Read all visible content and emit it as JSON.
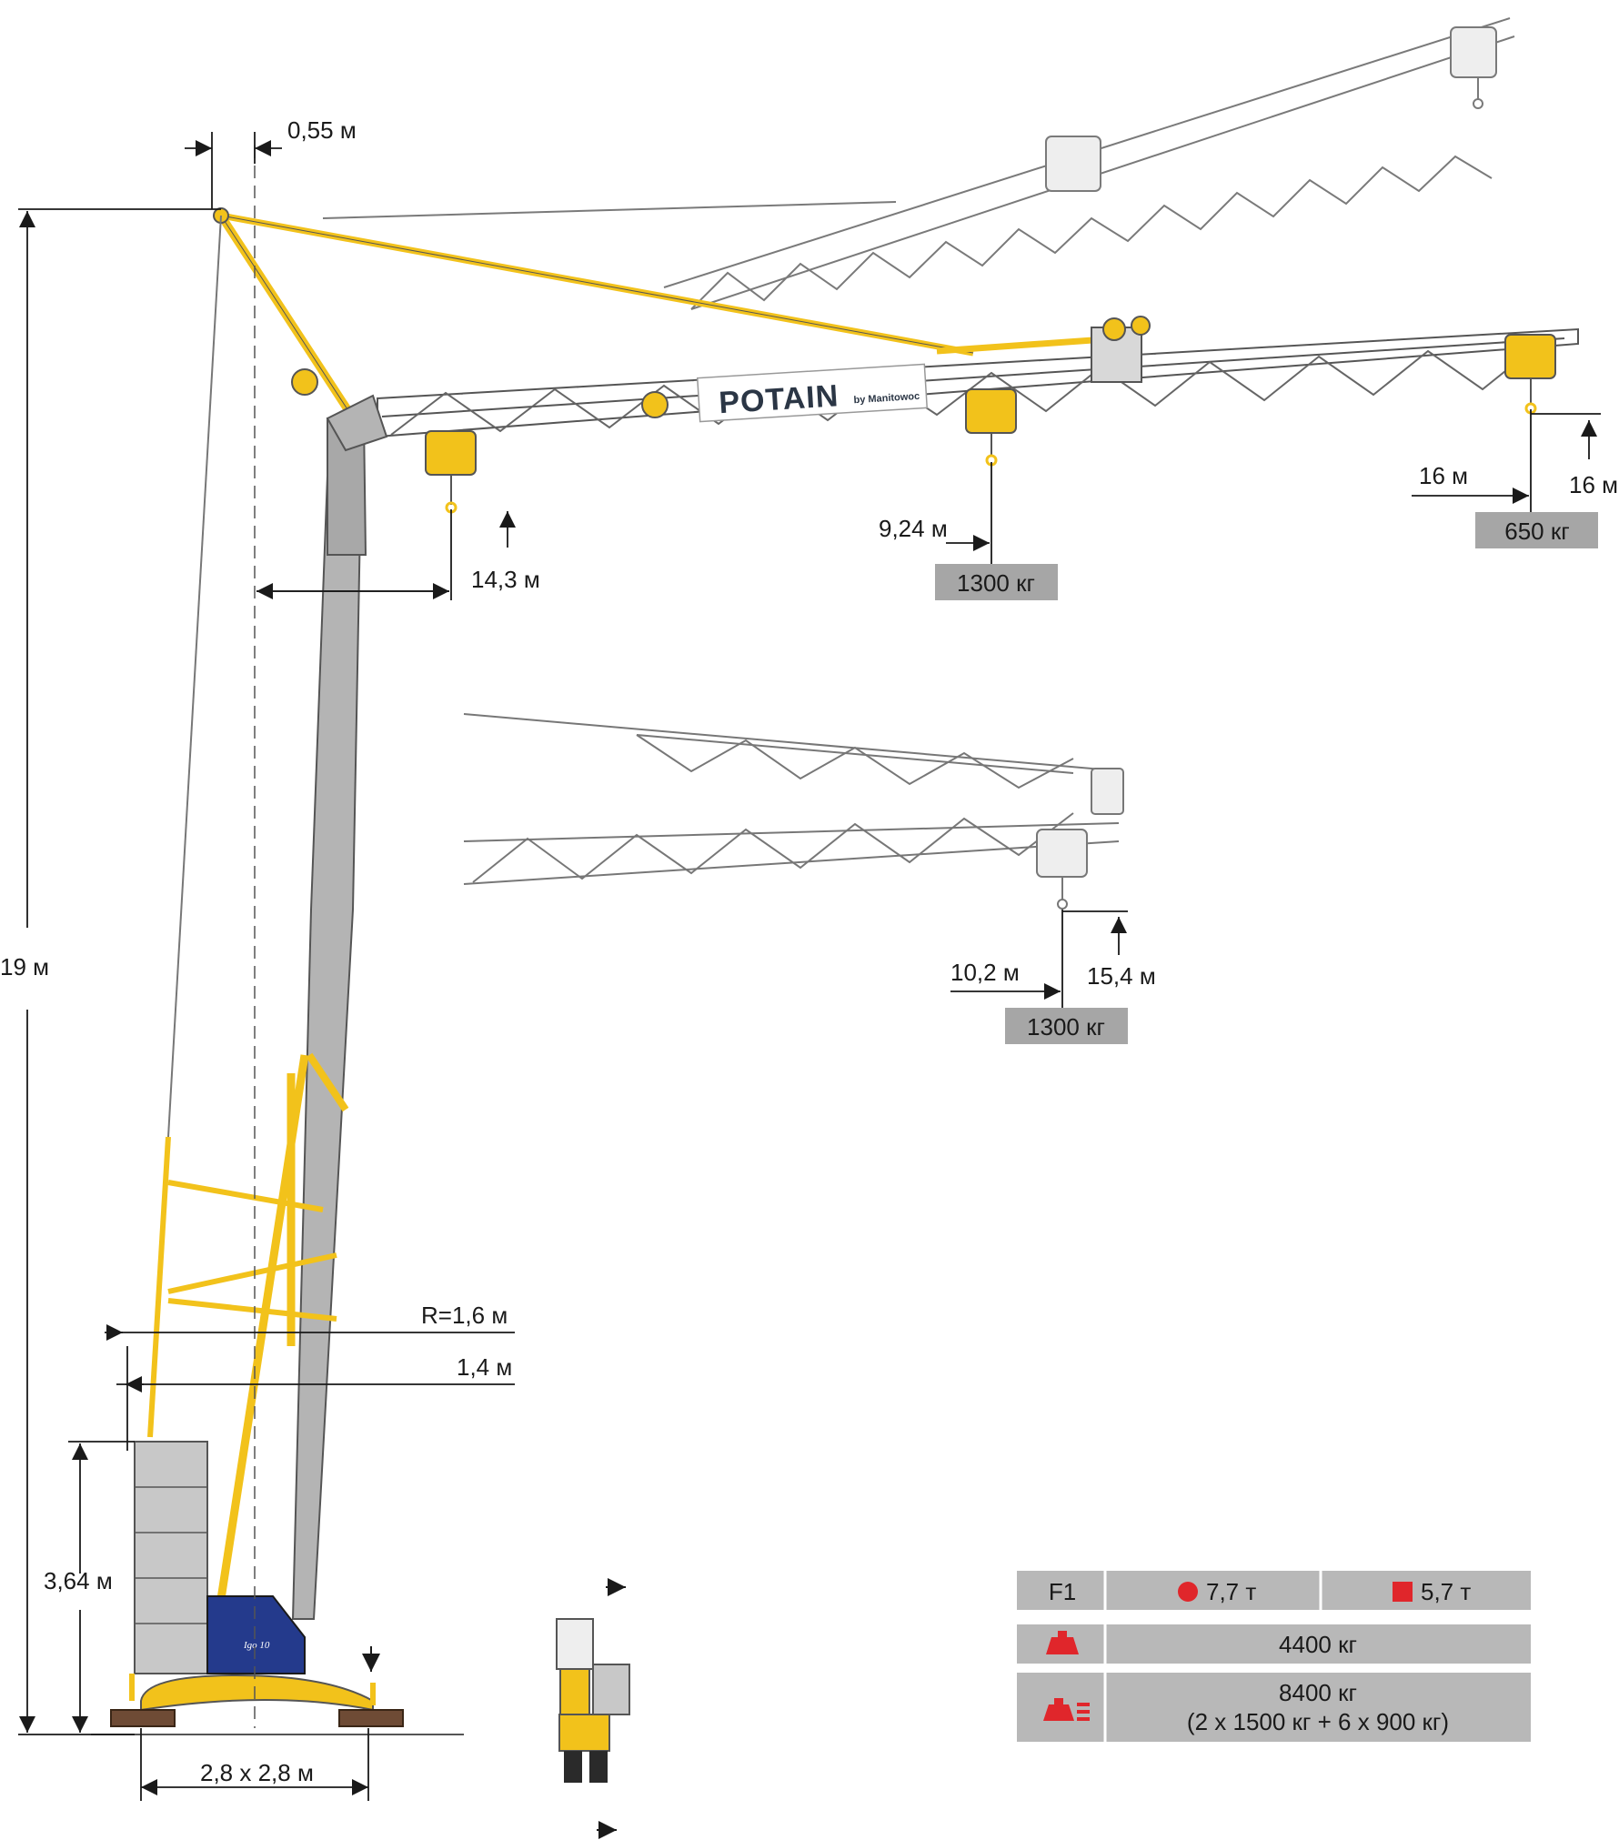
{
  "brand": {
    "logo_text": "POTAIN",
    "logo_sub": "by Manitowoc",
    "base_label": "Igo 10"
  },
  "dimensions": {
    "mast_offset": "0,55 м",
    "total_height": "19 м",
    "jib1_radius": "14,3 м",
    "jib2_radius": "9,24 м",
    "jib3_radius": "16 м",
    "jib3_height": "16 м",
    "folded_radius": "10,2 м",
    "folded_height": "15,4 м",
    "slew_radius": "R=1,6 м",
    "tail_radius": "1,4 м",
    "ballast_height": "3,64 м",
    "base_size": "2,8 x 2,8 м"
  },
  "loads": {
    "jib2_load": "1300 кг",
    "jib3_load": "650 кг",
    "folded_load": "1300 кг"
  },
  "spec_table": {
    "row1_label": "F1",
    "row1_round": "7,7 т",
    "row1_square": "5,7 т",
    "row2_value": "4400 кг",
    "row3_value_line1": "8400 кг",
    "row3_value_line2": "(2 x 1500 кг + 6 x 900 кг)",
    "icon_round": "red-circle-icon",
    "icon_square": "red-square-icon",
    "icon_weight": "weight-icon",
    "icon_ballast": "ballast-stack-icon"
  },
  "colors": {
    "crane_yellow": "#f2c21b",
    "mast_grey": "#b4b4b4",
    "label_box": "#a6a6a6",
    "table_bg": "#b8b8b8",
    "accent_red": "#e0262b",
    "base_blue": "#243a8c"
  }
}
